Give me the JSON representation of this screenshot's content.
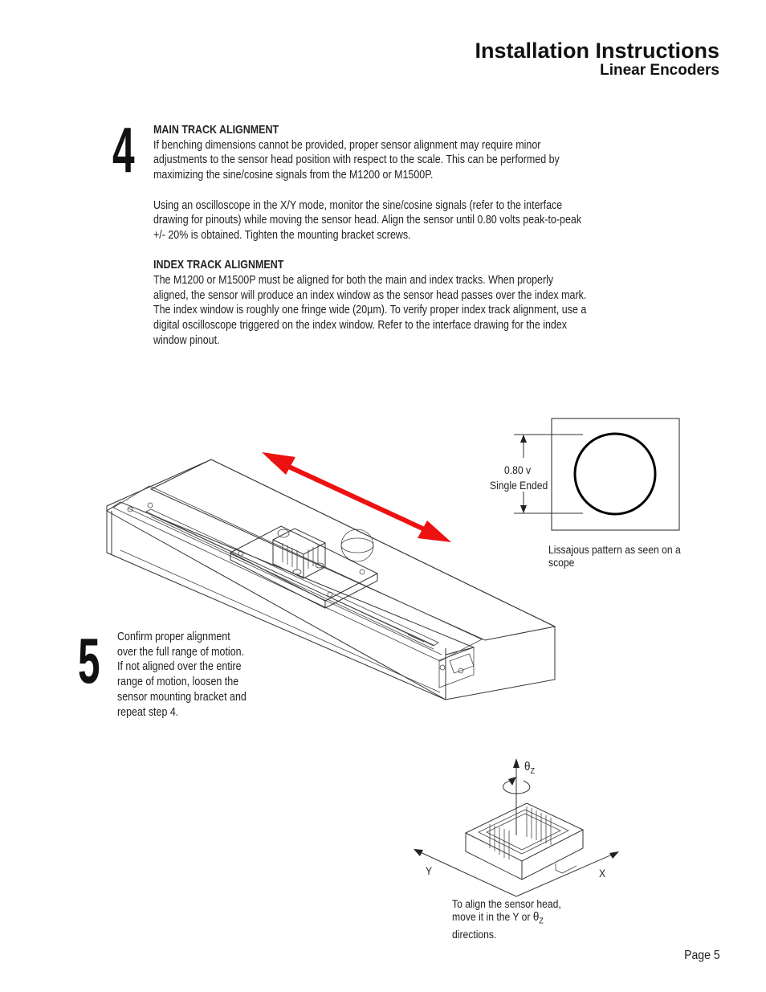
{
  "header": {
    "title": "Installation Instructions",
    "subtitle": "Linear Encoders"
  },
  "step4": {
    "number": "4",
    "main_heading": "MAIN TRACK ALIGNMENT",
    "main_p1": "If benching dimensions cannot be provided, proper sensor alignment may require minor adjustments to the sensor head position with respect to the scale. This can be performed by maximizing the sine/cosine signals from the M1200 or M1500P.",
    "main_p2": "Using an oscilloscope in the X/Y mode, monitor the sine/cosine signals (refer to the interface drawing for pinouts) while moving the sensor head. Align the sensor until 0.80 volts peak-to-peak +/- 20% is obtained. Tighten the mounting bracket screws.",
    "index_heading": "INDEX TRACK ALIGNMENT",
    "index_p": "The M1200 or M1500P must be aligned for both the main and index tracks. When properly aligned, the sensor will produce an index window as the sensor head passes over the index mark. The index window is roughly one fringe wide (20µm). To verify proper index track alignment, use a digital oscilloscope triggered on the index window. Refer to the interface drawing for the index window pinout."
  },
  "scope": {
    "voltage": "0.80 v",
    "mode": "Single Ended",
    "caption": "Lissajous pattern as seen on a scope"
  },
  "step5": {
    "number": "5",
    "text": "Confirm proper alignment over the full range of motion. If not aligned over the entire range of motion, loosen the sensor mounting bracket and repeat step 4."
  },
  "axes": {
    "theta": "θ",
    "theta_sub": "Z",
    "x_label": "X",
    "y_label": "Y",
    "caption_line1": "To align the sensor head,",
    "caption_line2_prefix": "move it in the  Y or ",
    "caption_line3": "directions."
  },
  "footer": {
    "page": "Page 5"
  },
  "colors": {
    "arrow": "#ee1111"
  }
}
